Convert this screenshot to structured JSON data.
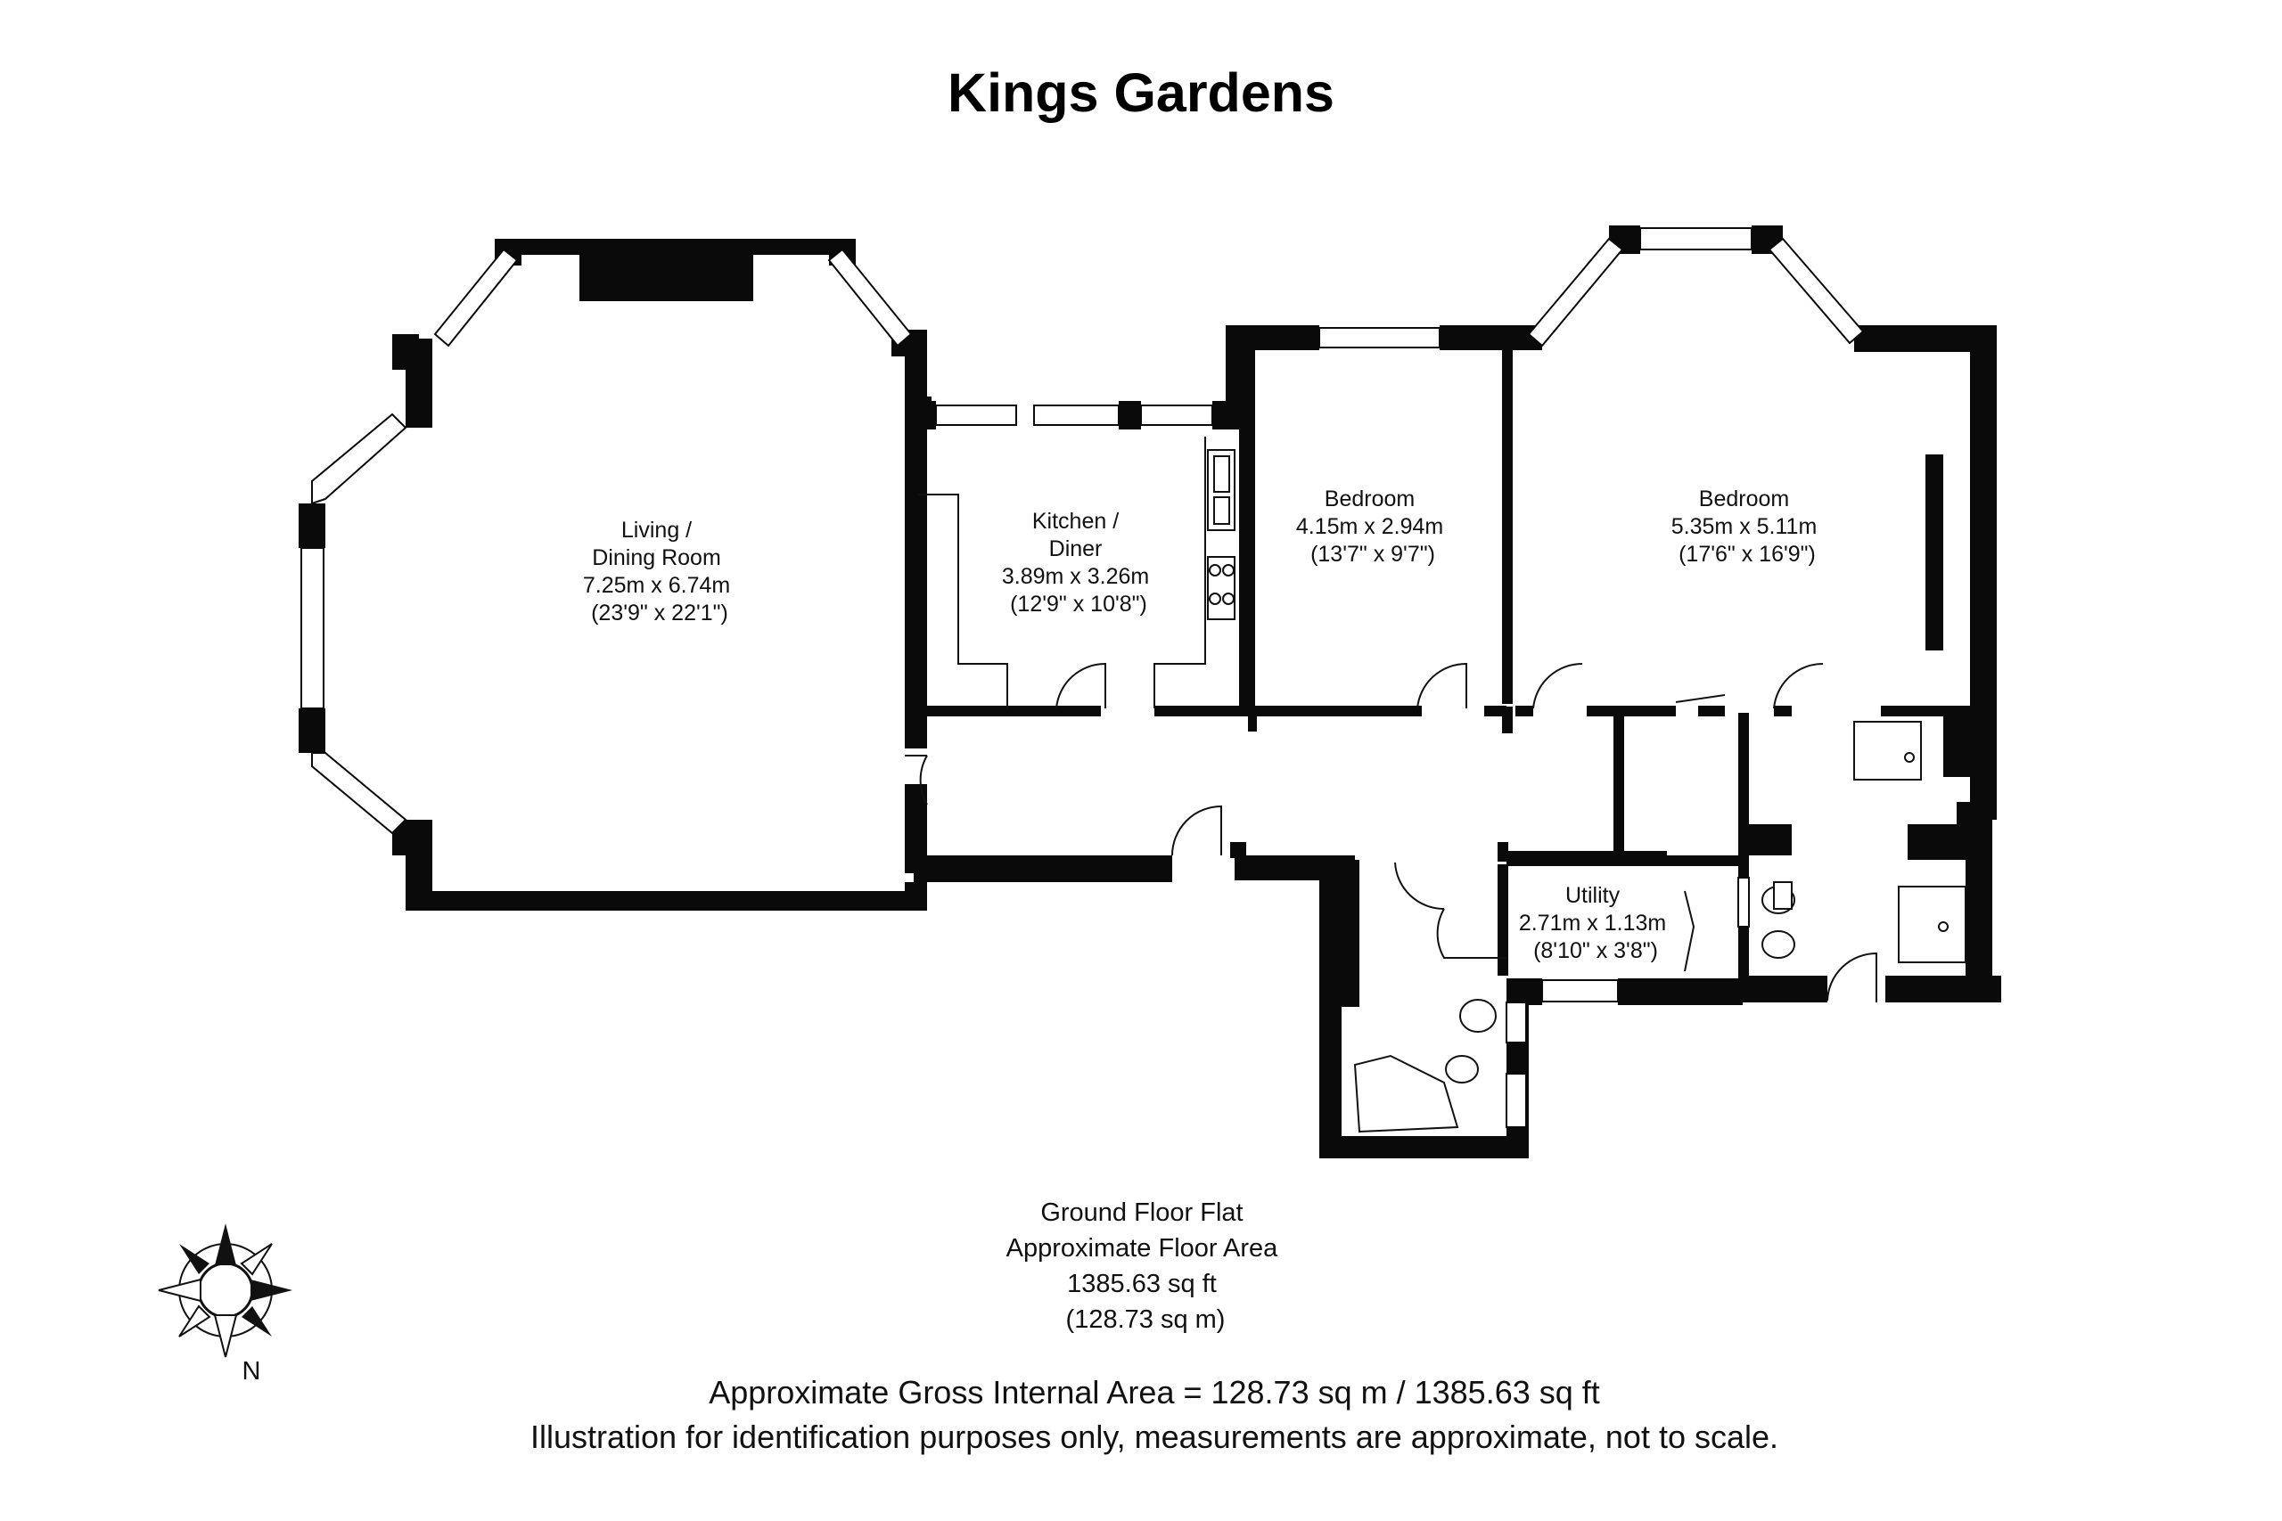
{
  "title": "Kings Gardens",
  "rooms": [
    {
      "lines": [
        "Living /",
        "Dining Room",
        "7.25m x 6.74m",
        "(23'9\" x 22'1\")"
      ]
    },
    {
      "lines": [
        "Kitchen /",
        "Diner",
        "3.89m x 3.26m",
        "(12'9\" x 10'8\")"
      ]
    },
    {
      "lines": [
        "Bedroom",
        "4.15m x 2.94m",
        "(13'7\" x 9'7\")"
      ]
    },
    {
      "lines": [
        "Bedroom",
        "5.35m x 5.11m",
        "(17'6\" x 16'9\")"
      ]
    },
    {
      "lines": [
        "Utility",
        "2.71m x 1.13m",
        "(8'10\" x 3'8\")"
      ]
    }
  ],
  "floor_info": [
    "Ground Floor Flat",
    "Approximate Floor Area",
    "1385.63 sq ft",
    "(128.73 sq m)"
  ],
  "footer": [
    "Approximate Gross Internal Area = 128.73 sq m / 1385.63 sq ft",
    "Illustration for identification purposes only, measurements are approximate, not to scale."
  ],
  "compass": {
    "label": "N",
    "icon": "compass-rose-icon"
  },
  "colors": {
    "wall": "#0a0a0a",
    "background": "#ffffff"
  }
}
